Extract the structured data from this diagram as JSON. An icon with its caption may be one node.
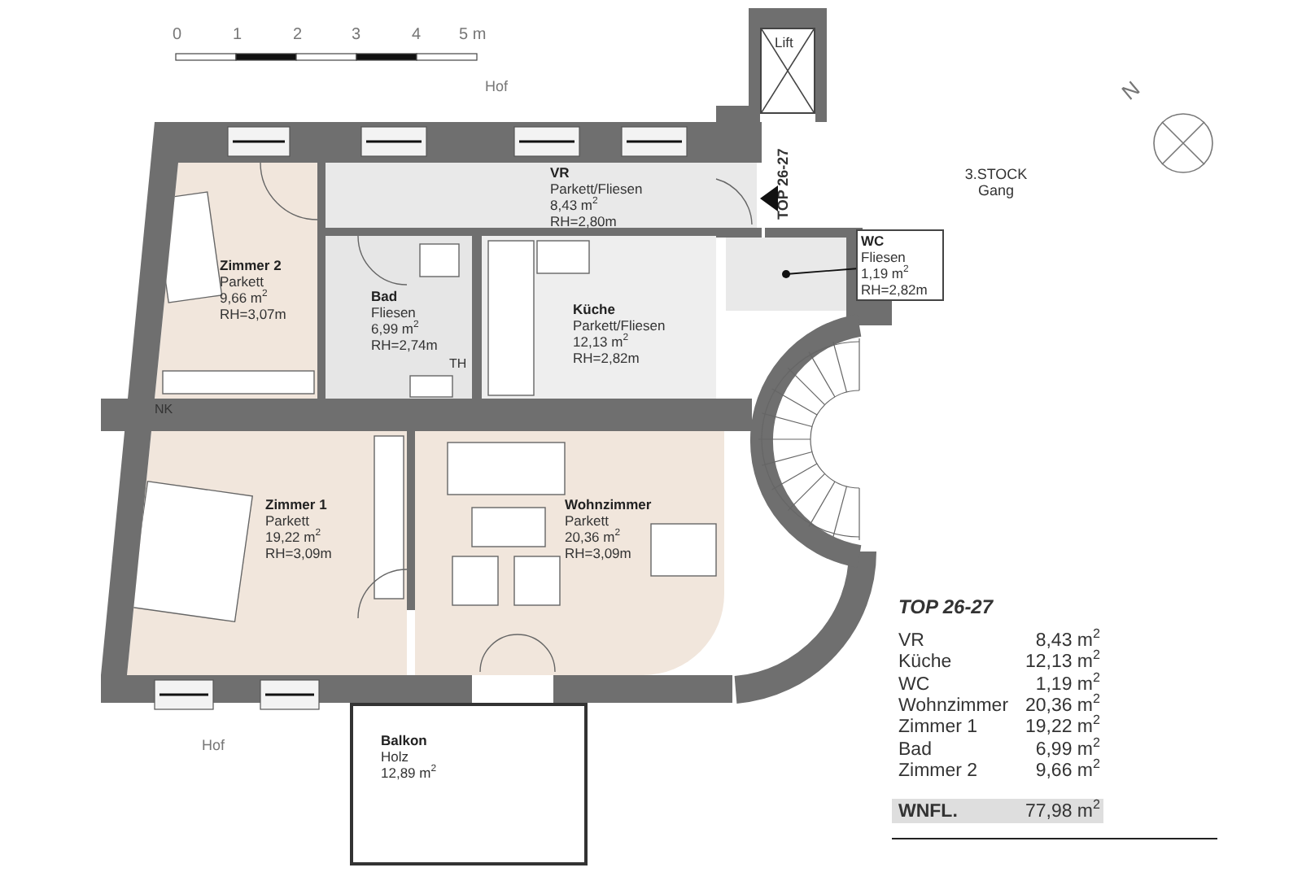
{
  "diagram": {
    "nodes": [
      {
        "text": [
          "Zimmer 2",
          "Parkett",
          "9,66 m$^{2}$",
          "RH=3,07m"
        ]
      },
      {
        "text": [
          "VR",
          "Parkett/Fliesen",
          "8,43 m$^{2}$",
          "RH=2,80m"
        ]
      },
      {
        "text": [
          "Bad",
          "Fliesen",
          "6,99 m$^{2}$",
          "RH=2,74m"
        ]
      },
      {
        "text": [
          "Küche",
          "Parkett/Fliesen",
          "12,13 m$^{2}$",
          "RH=2,82m"
        ]
      },
      {
        "text": [
          "WC",
          "Fliesen",
          "1,19 m$^{2}$",
          "RH=2,82m"
        ]
      },
      {
        "text": [
          "Lift"
        ]
      },
      {
        "text": [
          "Zimmer 1",
          "Parkett",
          "19,22 m$^{2}$",
          "RH=3,09m"
        ]
      },
      {
        "text": [
          "Wohnzimmer",
          "Parkett",
          "20,36 m$^{2}$",
          "RH=3,09m"
        ]
      },
      {
        "text": [
          "Balkon",
          "Holz",
          "12,89 m$^{2}$"
        ]
      },
      {
        "text": [],
        "shape": "box"
      }
    ],
    "edges": [
      {
        "from": 4,
        "to": 9,
        "arrow": "other"
      }
    ],
    "labels": [
      "0",
      "1",
      "2",
      "3",
      "4",
      "5 m",
      "Hof",
      "N",
      "3.STOCK Gang",
      "TOP 26-27",
      "NK",
      "TH",
      "Hof",
      "TOP 26-27",
      "VR",
      "8,43 m$^{2}$",
      "Küche",
      "12,13 m$^{2}$",
      "WC",
      "1,19 m$^{2}$",
      "Wohnzimmer",
      "20,36 m$^{2}$",
      "Zimmer 1",
      "19,22 m$^{2}$",
      "Bad",
      "6,99 m$^{2}$",
      "Zimmer 2",
      "9,66 m$^{2}$",
      "WNFL.",
      "77,98 m$^{2}$"
    ]
  }
}
